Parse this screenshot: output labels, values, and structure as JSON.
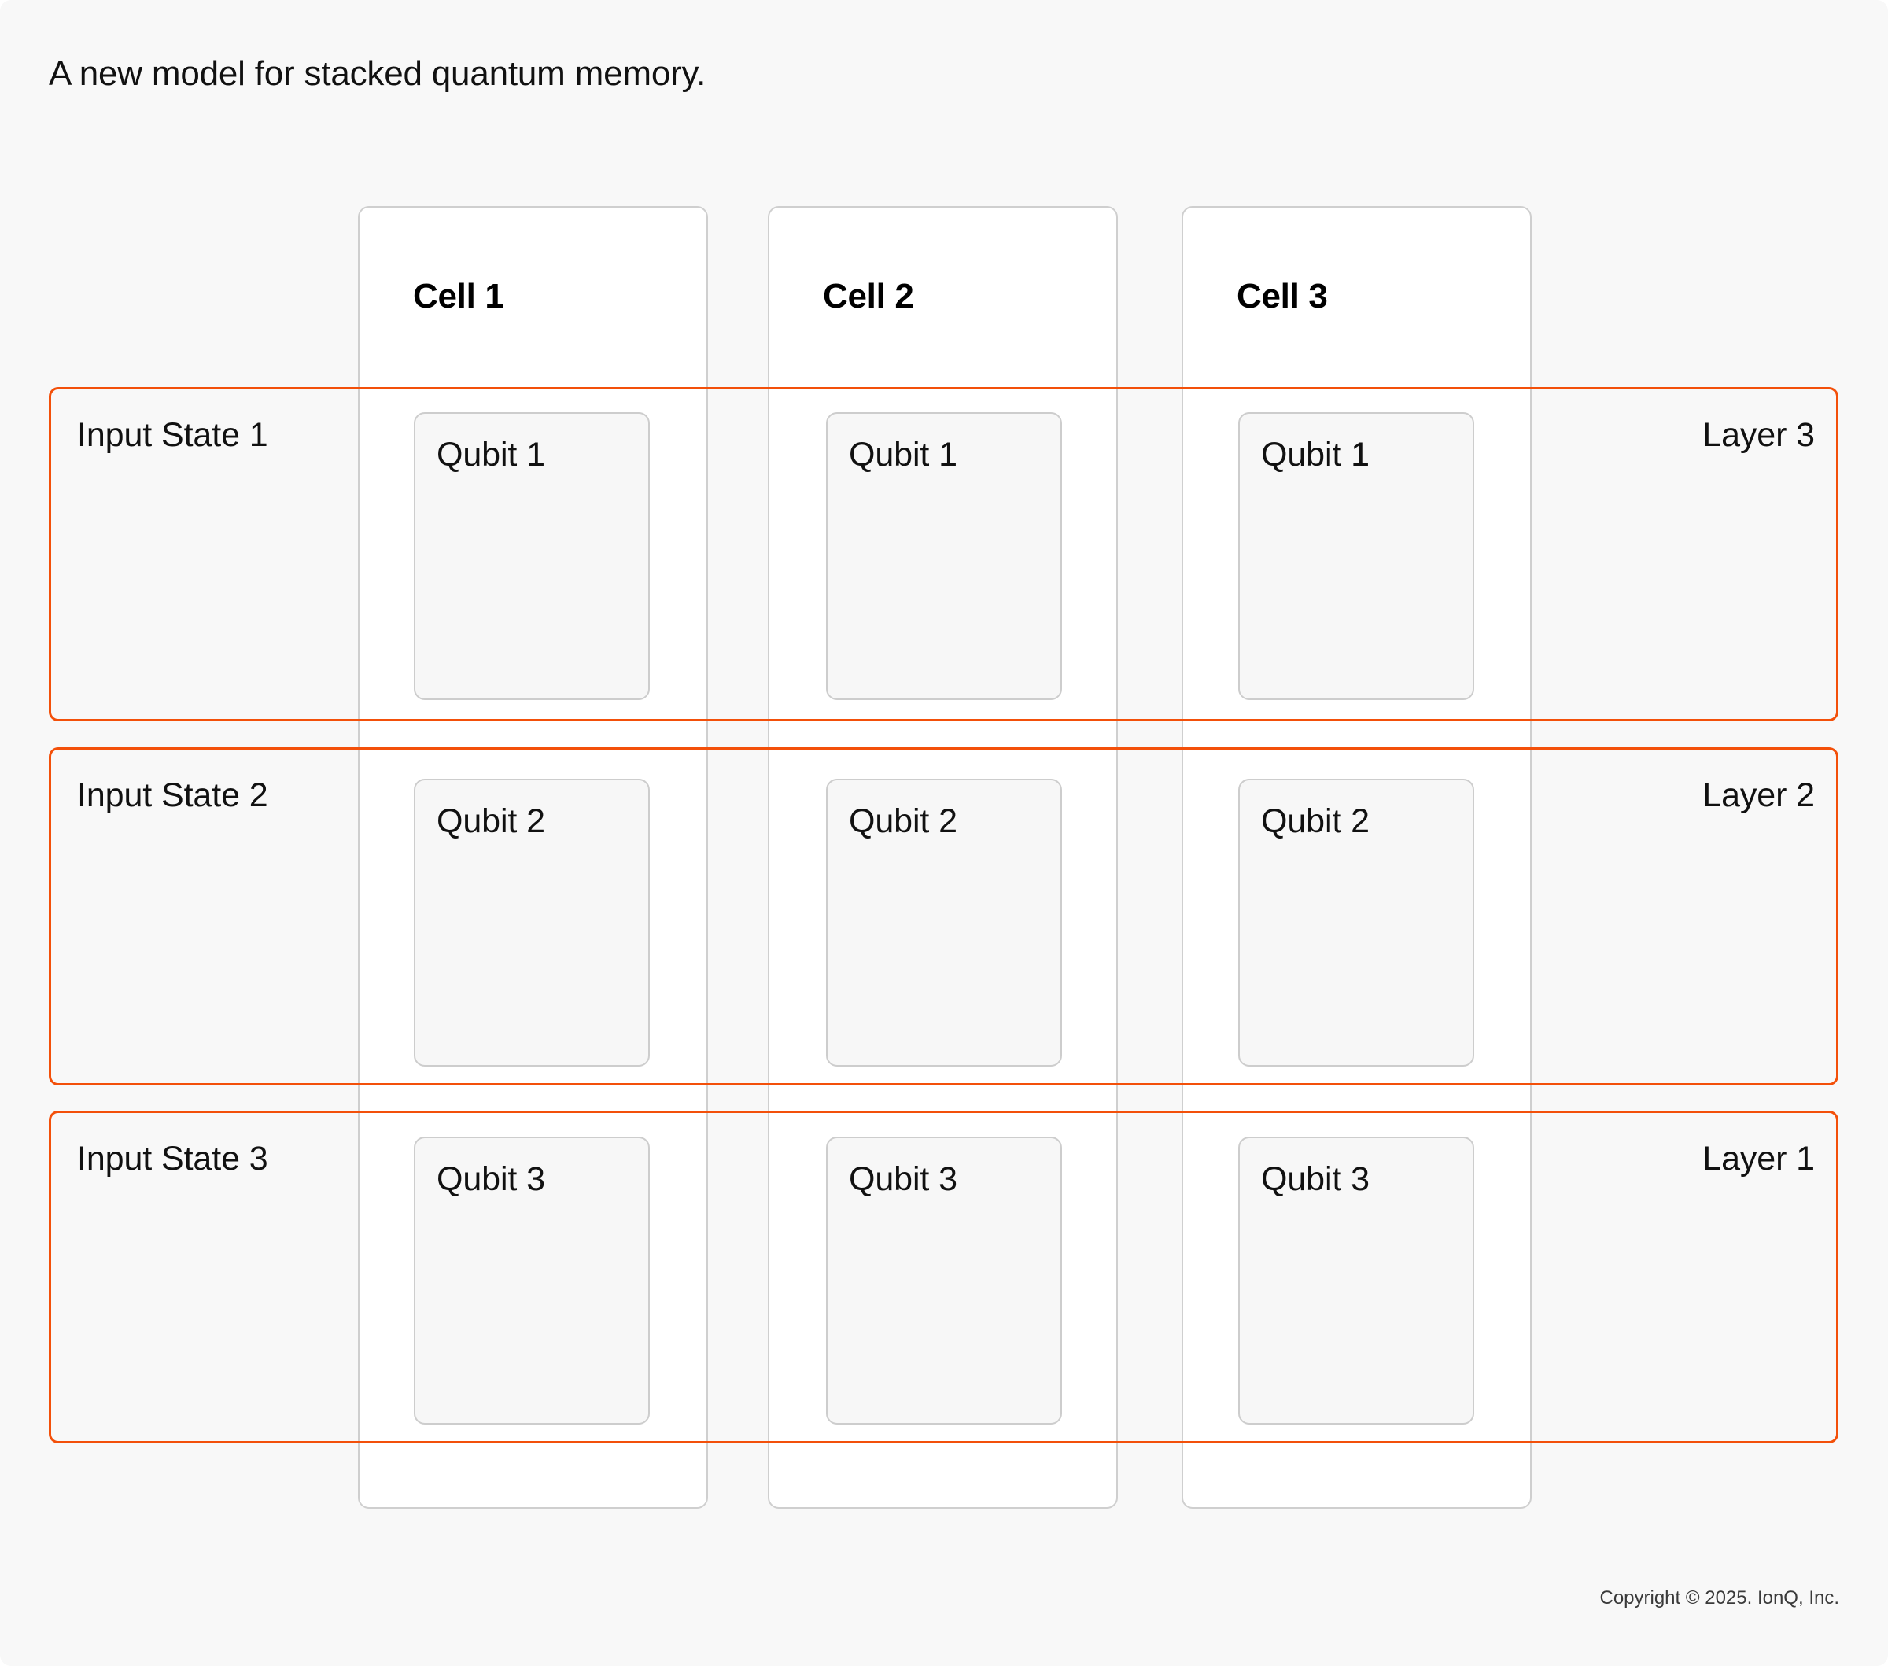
{
  "page": {
    "title": "A new model for stacked quantum memory.",
    "background_color": "#f8f8f8",
    "accent_color": "#f3500a",
    "card_border_color": "#cfcfcf",
    "copyright": "Copyright © 2025. IonQ, Inc."
  },
  "columns": [
    {
      "id": "cell-1",
      "label": "Cell 1"
    },
    {
      "id": "cell-2",
      "label": "Cell 2"
    },
    {
      "id": "cell-3",
      "label": "Cell 3"
    }
  ],
  "rows": [
    {
      "id": "layer-3",
      "input_label": "Input State 1",
      "layer_label": "Layer 3",
      "qubits": [
        "Qubit 1",
        "Qubit 1",
        "Qubit 1"
      ]
    },
    {
      "id": "layer-2",
      "input_label": "Input State 2",
      "layer_label": "Layer 2",
      "qubits": [
        "Qubit 2",
        "Qubit 2",
        "Qubit 2"
      ]
    },
    {
      "id": "layer-1",
      "input_label": "Input State 3",
      "layer_label": "Layer 1",
      "qubits": [
        "Qubit 3",
        "Qubit 3",
        "Qubit 3"
      ]
    }
  ]
}
